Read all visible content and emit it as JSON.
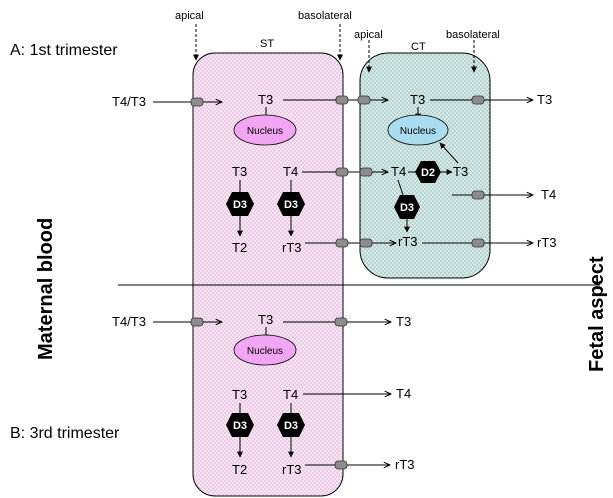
{
  "labels": {
    "apical_1": "apical",
    "basolateral_1": "basolateral",
    "apical_2": "apical",
    "basolateral_2": "basolateral",
    "st": "ST",
    "ct": "CT",
    "first_trimester_letter": "A",
    "first_trimester_text": ": 1st trimester",
    "third_trimester_letter": "B",
    "third_trimester_text": ": 3rd trimester",
    "maternal": "Maternal blood",
    "fetal": "Fetal aspect"
  },
  "top": {
    "input": "T4/T3",
    "st_t3": "T3",
    "nucleus_st": "Nucleus",
    "st_t3_b": "T3",
    "st_t4": "T4",
    "d3_left": "D3",
    "d3_mid": "D3",
    "t2": "T2",
    "rt3_st": "rT3",
    "ct_t3": "T3",
    "nucleus_ct": "Nucleus",
    "ct_t4": "T4",
    "d2": "D2",
    "ct_t3_b": "T3",
    "d3_ct": "D3",
    "rt3_ct": "rT3",
    "out_t3": "T3",
    "out_t4": "T4",
    "out_rt3": "rT3"
  },
  "bottom": {
    "input": "T4/T3",
    "st_t3": "T3",
    "nucleus": "Nucleus",
    "out_t3": "T3",
    "st_t3_b": "T3",
    "st_t4": "T4",
    "out_t4": "T4",
    "d3_left": "D3",
    "d3_mid": "D3",
    "t2": "T2",
    "rt3": "rT3",
    "out_rt3": "rT3"
  },
  "colors": {
    "st_fill": "#f5dcef",
    "ct_fill": "#cfe6e3",
    "nucleus_st": "#f2a5f2",
    "nucleus_ct": "#a9dcef",
    "transporter": "#808080",
    "enzyme": "#000000"
  }
}
